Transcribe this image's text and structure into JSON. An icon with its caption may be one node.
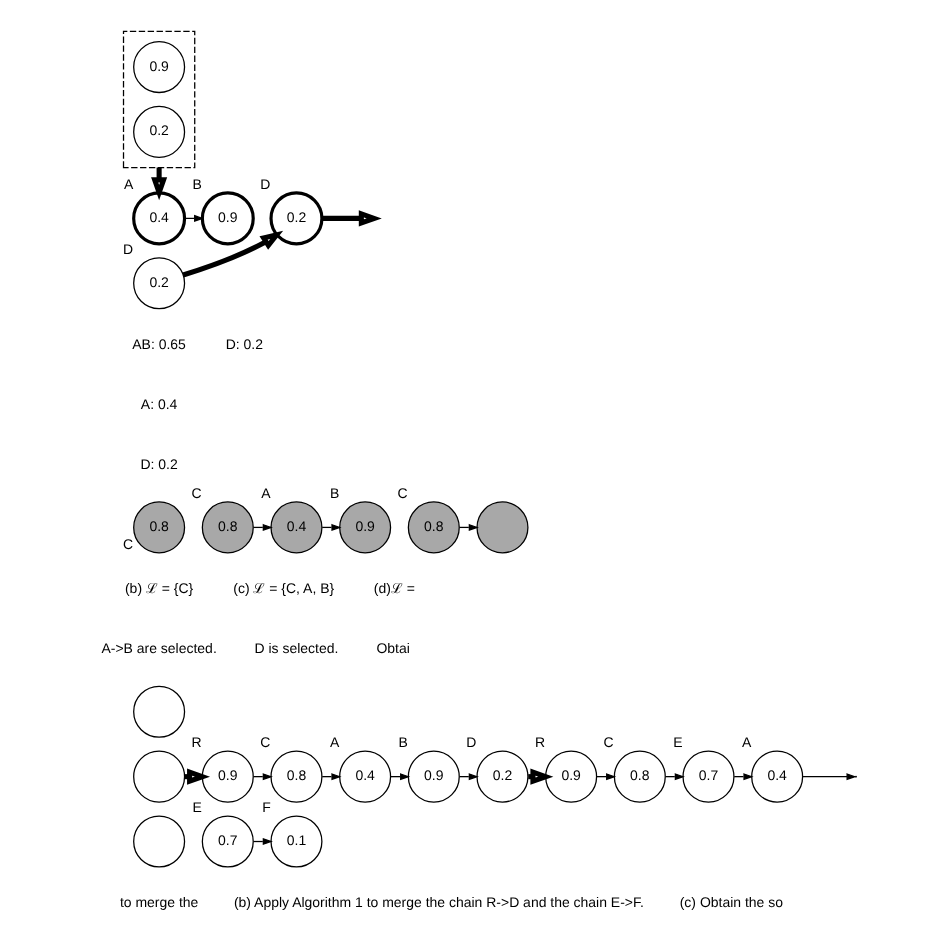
{
  "diagram": {
    "nodes": [
      {
        "text": [],
        "shape": "box"
      },
      {
        "text": [
          "0.9"
        ],
        "in": 0
      },
      {
        "text": [
          "0.2"
        ],
        "in": 0
      },
      {
        "text": [
          "0.4"
        ],
        "beside": [
          "A"
        ]
      },
      {
        "text": [
          "0.9"
        ],
        "beside": [
          "B"
        ]
      },
      {
        "text": [
          "0.2"
        ],
        "beside": [
          "D"
        ]
      },
      {
        "text": [
          "0.2"
        ],
        "beside": [
          "D"
        ]
      },
      {
        "text": [
          "0.8"
        ],
        "beside": [
          "C"
        ]
      },
      {
        "text": [
          "0.8"
        ],
        "beside": [
          "C"
        ]
      },
      {
        "text": [
          "0.4"
        ],
        "beside": [
          "A"
        ]
      },
      {
        "text": [
          "0.9"
        ],
        "beside": [
          "B"
        ]
      },
      {
        "text": [
          "0.8"
        ],
        "beside": [
          "C"
        ]
      },
      {
        "text": [],
        "shape": "circle"
      },
      {
        "text": [],
        "shape": "circle"
      },
      {
        "text": [],
        "shape": "circle"
      },
      {
        "text": [],
        "shape": "circle"
      },
      {
        "text": [
          "0.9"
        ],
        "beside": [
          "R"
        ]
      },
      {
        "text": [
          "0.8"
        ],
        "beside": [
          "C"
        ]
      },
      {
        "text": [
          "0.4"
        ],
        "beside": [
          "A"
        ]
      },
      {
        "text": [
          "0.9"
        ],
        "beside": [
          "B"
        ]
      },
      {
        "text": [
          "0.2"
        ],
        "beside": [
          "D"
        ]
      },
      {
        "text": [
          "0.7"
        ],
        "beside": [
          "E"
        ]
      },
      {
        "text": [
          "0.1"
        ],
        "beside": [
          "F"
        ]
      },
      {
        "text": [
          "0.9"
        ],
        "beside": [
          "R"
        ]
      },
      {
        "text": [
          "0.8"
        ],
        "beside": [
          "C"
        ]
      },
      {
        "text": [
          "0.7"
        ],
        "beside": [
          "E"
        ]
      },
      {
        "text": [
          "0.4"
        ],
        "beside": [
          "A"
        ]
      }
    ],
    "edges": [
      {
        "from": 0,
        "to": 3,
        "arrow": "to",
        "style": "thick"
      },
      {
        "from": 3,
        "to": 4,
        "arrow": "to"
      },
      {
        "from": 5,
        "to": 6,
        "arrow": "to",
        "style": "thick"
      },
      {
        "from": 6,
        "to": null,
        "arrow": "to",
        "style": "thick"
      },
      {
        "from": 8,
        "to": 9,
        "arrow": "to"
      },
      {
        "from": 9,
        "to": 10,
        "arrow": "to"
      },
      {
        "from": 11,
        "to": 12,
        "arrow": "to"
      },
      {
        "from": 14,
        "to": 16,
        "arrow": "to",
        "style": "thick"
      },
      {
        "from": 16,
        "to": 17,
        "arrow": "to"
      },
      {
        "from": 17,
        "to": 18,
        "arrow": "to"
      },
      {
        "from": 18,
        "to": 19,
        "arrow": "to"
      },
      {
        "from": 19,
        "to": 20,
        "arrow": "to"
      },
      {
        "from": 21,
        "to": 22,
        "arrow": "to"
      },
      {
        "from": 20,
        "to": 23,
        "arrow": "to",
        "style": "thick"
      },
      {
        "from": 23,
        "to": 24,
        "arrow": "to"
      },
      {
        "from": 24,
        "to": 25,
        "arrow": "to"
      },
      {
        "from": 25,
        "to": 26,
        "arrow": "to"
      },
      {
        "from": 26,
        "to": null,
        "arrow": "to"
      }
    ],
    "labels": [
      "AB: 0.65",
      "A: 0.4",
      "D: 0.2",
      "D: 0.2",
      "(b) ℒ = {C}",
      "A->B are selected.",
      "(c) ℒ = {C, A, B}",
      "D is selected.",
      "(d)ℒ =",
      "Obtai",
      "to merge the",
      "(b) Apply Algorithm 1 to merge the chain R->D and the chain E->F.",
      "(c) Obtain the so"
    ]
  }
}
